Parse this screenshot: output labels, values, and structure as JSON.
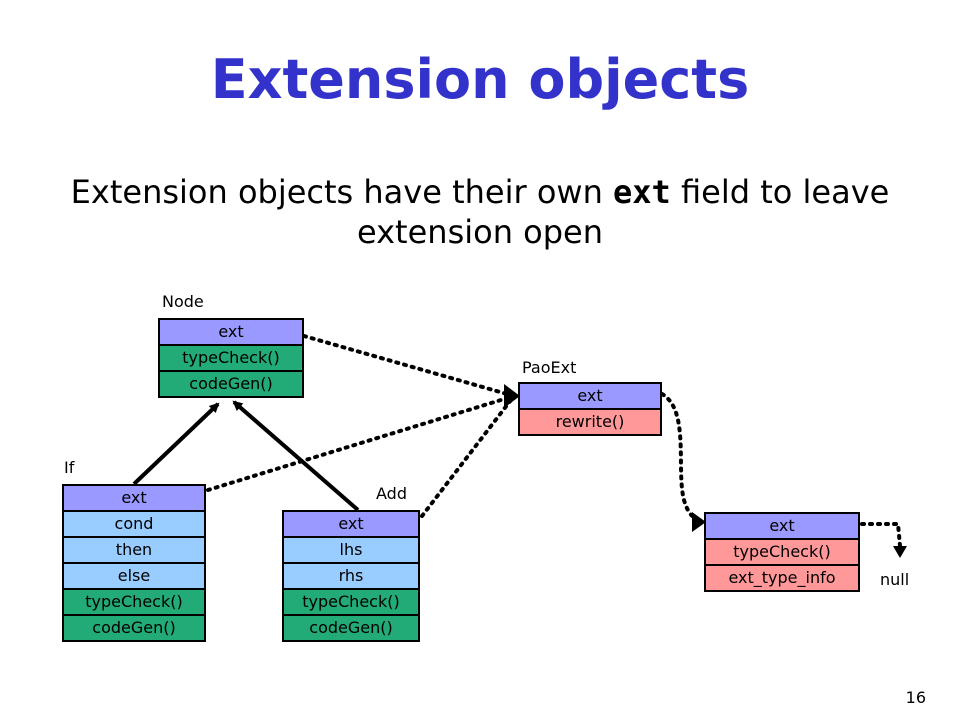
{
  "title": "Extension objects",
  "subtitle": {
    "before": "Extension objects have their own ",
    "code": "ext",
    "after": " field to leave extension open"
  },
  "nodes": {
    "node": {
      "label": "Node",
      "fields": [
        "ext",
        "typeCheck()",
        "codeGen()"
      ]
    },
    "if": {
      "label": "If",
      "fields": [
        "ext",
        "cond",
        "then",
        "else",
        "typeCheck()",
        "codeGen()"
      ]
    },
    "add": {
      "label": "Add",
      "fields": [
        "ext",
        "lhs",
        "rhs",
        "typeCheck()",
        "codeGen()"
      ]
    },
    "paoext": {
      "label": "PaoExt",
      "fields": [
        "ext",
        "rewrite()"
      ]
    },
    "ext2": {
      "label": "",
      "fields": [
        "ext",
        "typeCheck()",
        "ext_type_info"
      ]
    }
  },
  "null_label": "null",
  "page_number": "16",
  "colors": {
    "title": "#3333cc",
    "ext_field": "#9999ff",
    "method_field": "#22aa77",
    "data_field": "#99ccff",
    "extension_field": "#ff9999"
  }
}
